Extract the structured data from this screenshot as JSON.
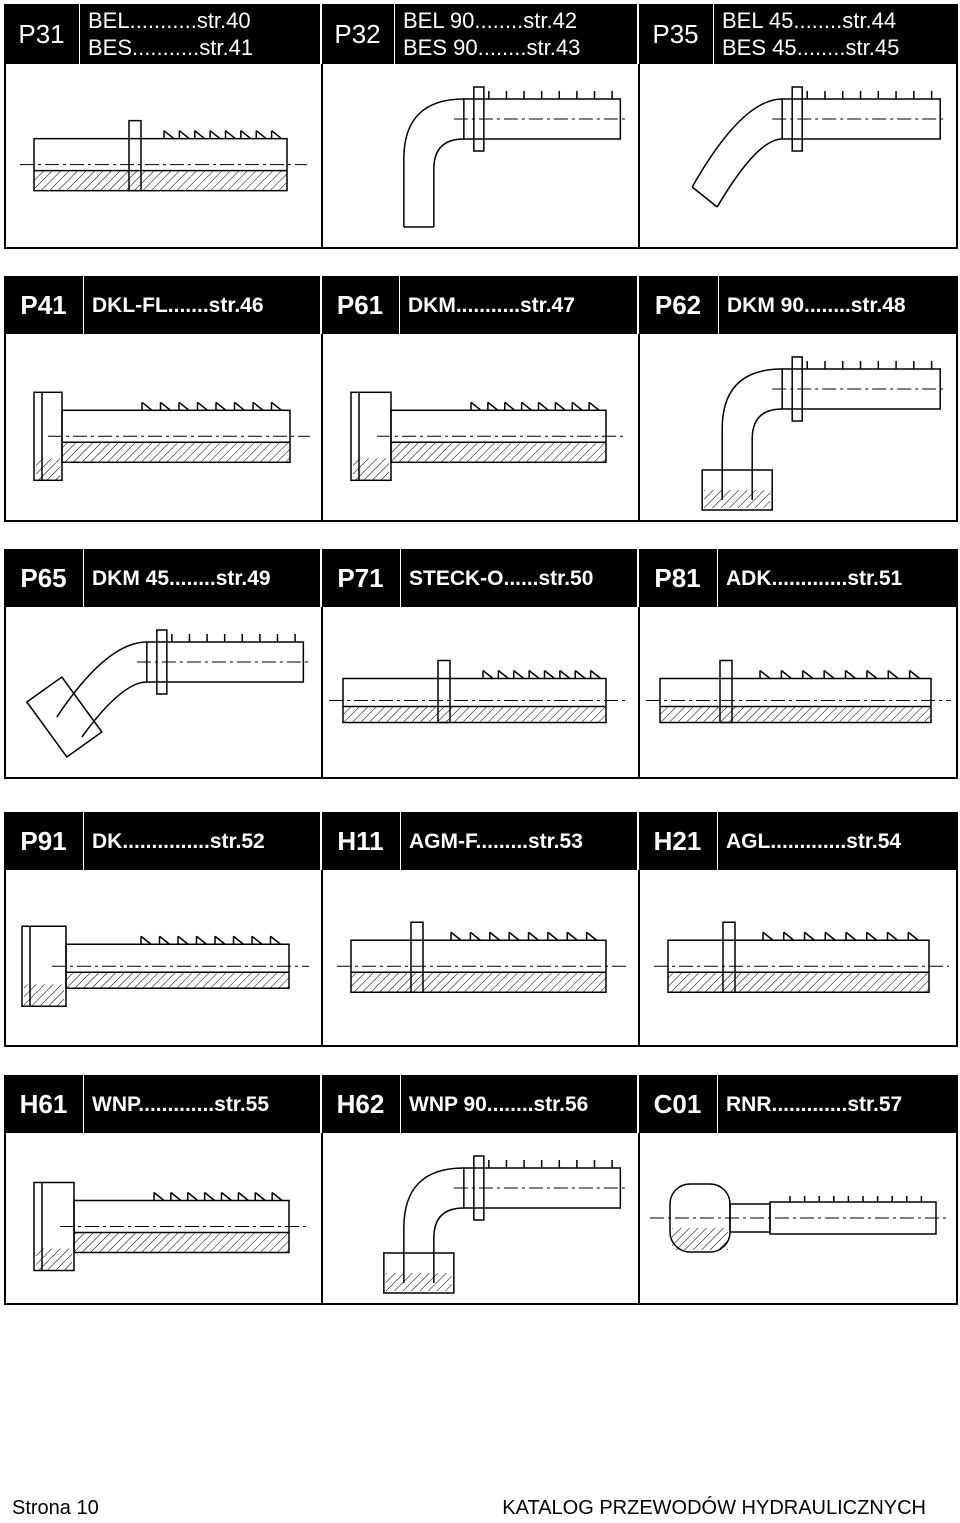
{
  "rows": [
    {
      "cells": [
        {
          "code": "P31",
          "lines": [
            "BEL...........str.40",
            "BES...........str.41"
          ]
        },
        {
          "code": "P32",
          "lines": [
            "BEL 90........str.42",
            "BES 90........str.43"
          ]
        },
        {
          "code": "P35",
          "lines": [
            "BEL 45........str.44",
            "BES 45........str.45"
          ]
        }
      ]
    },
    {
      "cells": [
        {
          "code": "P41",
          "lines": [
            "DKL-FL.......str.46"
          ]
        },
        {
          "code": "P61",
          "lines": [
            "DKM...........str.47"
          ]
        },
        {
          "code": "P62",
          "lines": [
            "DKM 90........str.48"
          ]
        }
      ]
    },
    {
      "cells": [
        {
          "code": "P65",
          "lines": [
            "DKM 45........str.49"
          ]
        },
        {
          "code": "P71",
          "lines": [
            "STECK-O......str.50"
          ]
        },
        {
          "code": "P81",
          "lines": [
            "ADK.............str.51"
          ]
        }
      ]
    },
    {
      "cells": [
        {
          "code": "P91",
          "lines": [
            "DK...............str.52"
          ]
        },
        {
          "code": "H11",
          "lines": [
            "AGM-F.........str.53"
          ]
        },
        {
          "code": "H21",
          "lines": [
            "AGL.............str.54"
          ]
        }
      ]
    },
    {
      "cells": [
        {
          "code": "H61",
          "lines": [
            "WNP.............str.55"
          ]
        },
        {
          "code": "H62",
          "lines": [
            "WNP 90........str.56"
          ]
        },
        {
          "code": "C01",
          "lines": [
            "RNR.............str.57"
          ]
        }
      ]
    }
  ],
  "drawings": [
    [
      "straight-fitting-icon",
      "elbow-90-fitting-icon",
      "elbow-45-fitting-icon"
    ],
    [
      "flange-nut-fitting-icon",
      "nut-straight-fitting-icon",
      "nut-elbow-90-fitting-icon"
    ],
    [
      "nut-elbow-45-fitting-icon",
      "plug-fitting-icon",
      "male-thread-fitting-icon"
    ],
    [
      "female-nut-fitting-icon",
      "hex-male-fitting-icon",
      "hex-male-long-fitting-icon"
    ],
    [
      "nut-straight-fitting-icon",
      "nut-elbow-90-fitting-icon",
      "banjo-fitting-icon"
    ]
  ],
  "footer": {
    "page": "Strona 10",
    "catalog": "KATALOG PRZEWODÓW HYDRAULICZNYCH"
  }
}
